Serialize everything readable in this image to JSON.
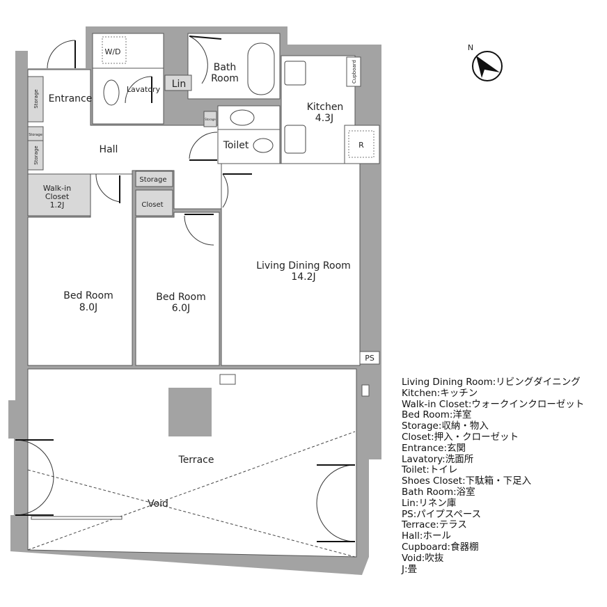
{
  "colors": {
    "wall": "#a3a3a3",
    "storage": "#d8d8d8",
    "line": "#555555"
  },
  "compass": {
    "label": "N",
    "icon": "north-arrow-icon"
  },
  "rooms": {
    "entrance": "Entrance",
    "hall": "Hall",
    "lavatory": "Lavatory",
    "wd": "W/D",
    "lin": "Lin",
    "bath_1": "Bath",
    "bath_2": "Room",
    "toilet": "Toilet",
    "kitchen": "Kitchen",
    "kitchen_size": "4.3J",
    "cupboard": "Cupboard",
    "fridge": "R",
    "storage_left_1": "Storage",
    "storage_left_2": "Storage",
    "storage_left_3": "Storage",
    "storage_toilet": "Storage",
    "wic_1": "Walk-in",
    "wic_2": "Closet",
    "wic_size": "1.2J",
    "storage_mid": "Storage",
    "closet": "Closet",
    "bed1": "Bed Room",
    "bed1_size": "8.0J",
    "bed2": "Bed Room",
    "bed2_size": "6.0J",
    "ldr": "Living Dining Room",
    "ldr_size": "14.2J",
    "ps": "PS",
    "terrace": "Terrace",
    "void": "Void"
  },
  "legend": [
    "Living Dining Room:リビングダイニング",
    "Kitchen:キッチン",
    "Walk-in Closet:ウォークインクローゼット",
    "Bed Room:洋室",
    "Storage:収納・物入",
    "Closet:押入・クローゼット",
    "Entrance:玄関",
    "Lavatory:洗面所",
    "Toilet:トイレ",
    "Shoes Closet:下駄箱・下足入",
    "Bath Room:浴室",
    "Lin:リネン庫",
    "PS:パイプスペース",
    "Terrace:テラス",
    "Hall:ホール",
    "Cupboard:食器棚",
    "Void:吹抜",
    "J:畳"
  ]
}
